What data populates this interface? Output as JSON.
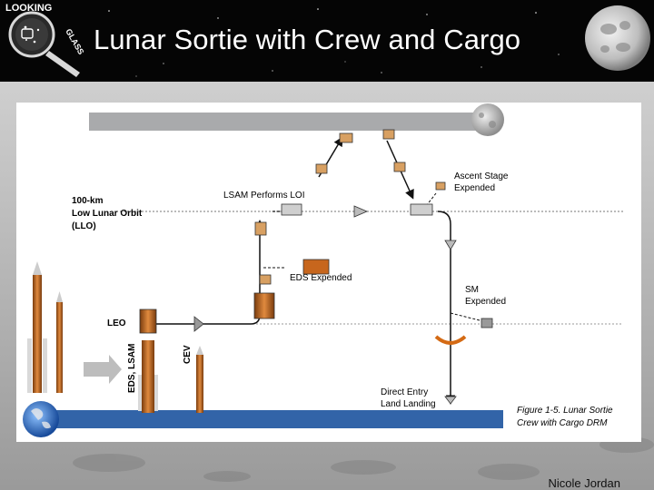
{
  "slide": {
    "title": "Lunar Sortie with Crew and Cargo",
    "author": "Nicole Jordan"
  },
  "logo": {
    "text_top": "LOOKING",
    "text_side": "GLASS"
  },
  "diagram": {
    "orbit_label": [
      "100-km",
      "Low Lunar Orbit",
      "(LLO)"
    ],
    "leo_label": "LEO",
    "lsam_loi_label": "LSAM Performs LOI",
    "eds_expended_label": "EDS Expended",
    "ascent_stage_label": [
      "Ascent Stage",
      "Expended"
    ],
    "sm_expended_label": [
      "SM",
      "Expended"
    ],
    "direct_entry_label": [
      "Direct Entry",
      "Land Landing"
    ],
    "eds_lsam_label": "EDS, LSAM",
    "cev_label": "CEV",
    "caption": [
      "Figure 1-5. Lunar Sortie",
      "Crew with Cargo DRM"
    ]
  },
  "colors": {
    "moon_bar": "#a9aaac",
    "earth_bar": "#3264a8",
    "eds_orange": "#c7661d",
    "header_bg": "#050505"
  }
}
